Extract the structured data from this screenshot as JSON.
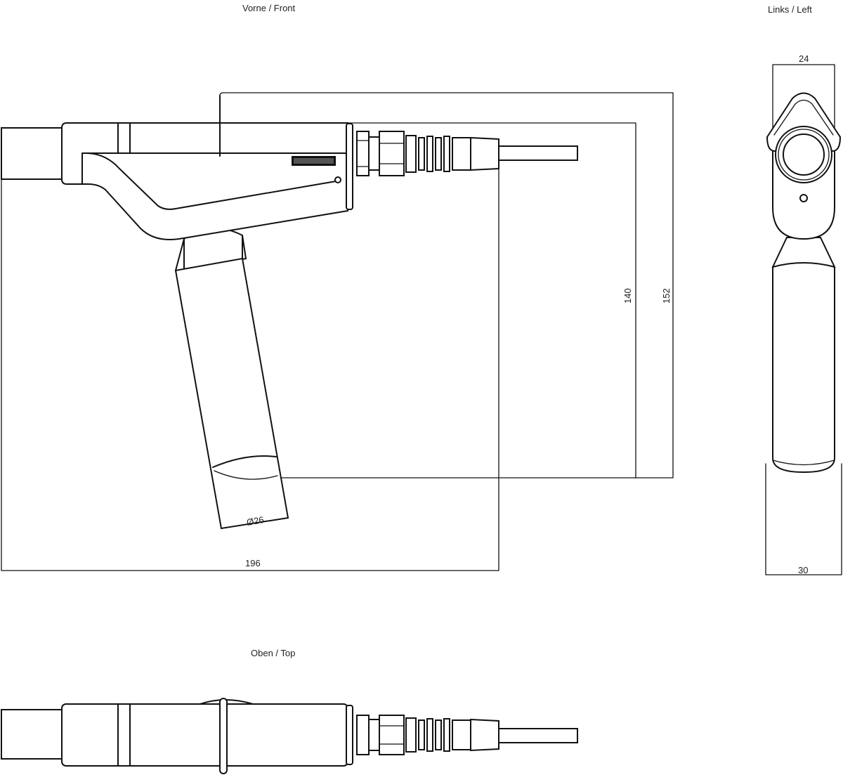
{
  "views": {
    "front": {
      "title": "Vorne / Front"
    },
    "left": {
      "title": "Links / Left"
    },
    "top": {
      "title": "Oben / Top"
    }
  },
  "dimensions": {
    "overall_length": "196",
    "height_inner": "140",
    "height_outer": "152",
    "grip_diameter": "Ø26",
    "head_width": "24",
    "grip_width": "30"
  }
}
